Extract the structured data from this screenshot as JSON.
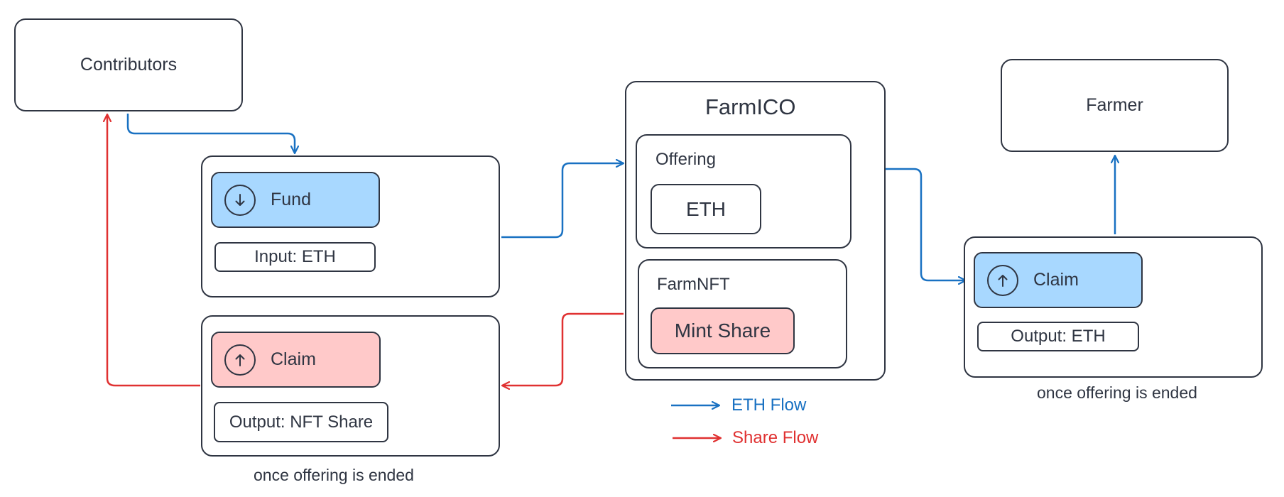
{
  "nodes": {
    "contributors": "Contributors",
    "farmer": "Farmer",
    "farmico": {
      "title": "FarmICO",
      "offering": {
        "title": "Offering",
        "token": "ETH"
      },
      "farmnft": {
        "title": "FarmNFT",
        "action": "Mint Share"
      }
    },
    "fund_panel": {
      "button": "Fund",
      "button_icon": "arrow-down-icon",
      "io": "Input: ETH"
    },
    "claim_share_panel": {
      "button": "Claim",
      "button_icon": "arrow-up-icon",
      "io": "Output: NFT Share",
      "note": "once offering is ended"
    },
    "claim_eth_panel": {
      "button": "Claim",
      "button_icon": "arrow-up-icon",
      "io": "Output: ETH",
      "note": "once offering is ended"
    }
  },
  "legend": [
    {
      "label": "ETH Flow",
      "color": "#1971c2"
    },
    {
      "label": "Share Flow",
      "color": "#e03131"
    }
  ],
  "colors": {
    "eth_flow": "#1971c2",
    "share_flow": "#e03131",
    "blue_fill": "#a8d8ff",
    "red_fill": "#ffc9c9",
    "stroke": "#2f3542"
  }
}
